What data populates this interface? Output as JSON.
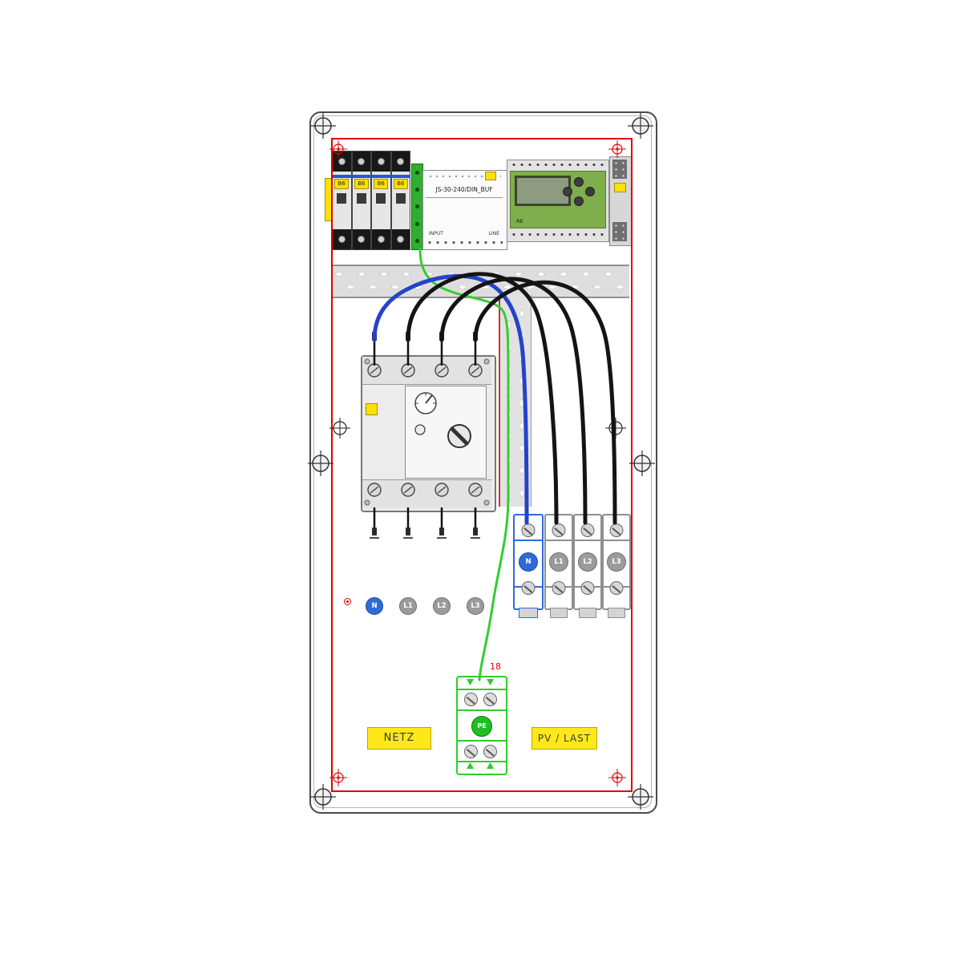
{
  "enclosure": {
    "zone_labels": {
      "netz": "NETZ",
      "pv_last": "PV / LAST"
    }
  },
  "components": {
    "breakers": {
      "pole_labels": [
        "B6",
        "B6",
        "B6",
        "B6"
      ]
    },
    "power_supply": {
      "model": "JS-30-240/DIN_BUF",
      "input_label": "INPUT",
      "line_label": "LINE"
    },
    "logic_module": {
      "label": "RE"
    },
    "contactor_outputs": [
      {
        "label": "N"
      },
      {
        "label": "L1"
      },
      {
        "label": "L2"
      },
      {
        "label": "L3"
      }
    ],
    "load_terminals": [
      {
        "label": "N"
      },
      {
        "label": "L1"
      },
      {
        "label": "L2"
      },
      {
        "label": "L3"
      }
    ],
    "pe_terminal": {
      "label": "PE",
      "wire_number": "18"
    }
  },
  "wires": [
    {
      "name": "neutral",
      "color_hex": "#2443c9"
    },
    {
      "name": "phase-1",
      "color_hex": "#141414"
    },
    {
      "name": "phase-2",
      "color_hex": "#141414"
    },
    {
      "name": "phase-3",
      "color_hex": "#141414"
    },
    {
      "name": "protective-earth",
      "color_hex": "#35cc35"
    }
  ],
  "colors": {
    "neutral_blue": "#2f6bd8",
    "phase_gray": "#9b9b9b",
    "pe_green": "#1fbf1f",
    "tag_yellow": "#ffe000",
    "outline_red": "#e00000"
  }
}
